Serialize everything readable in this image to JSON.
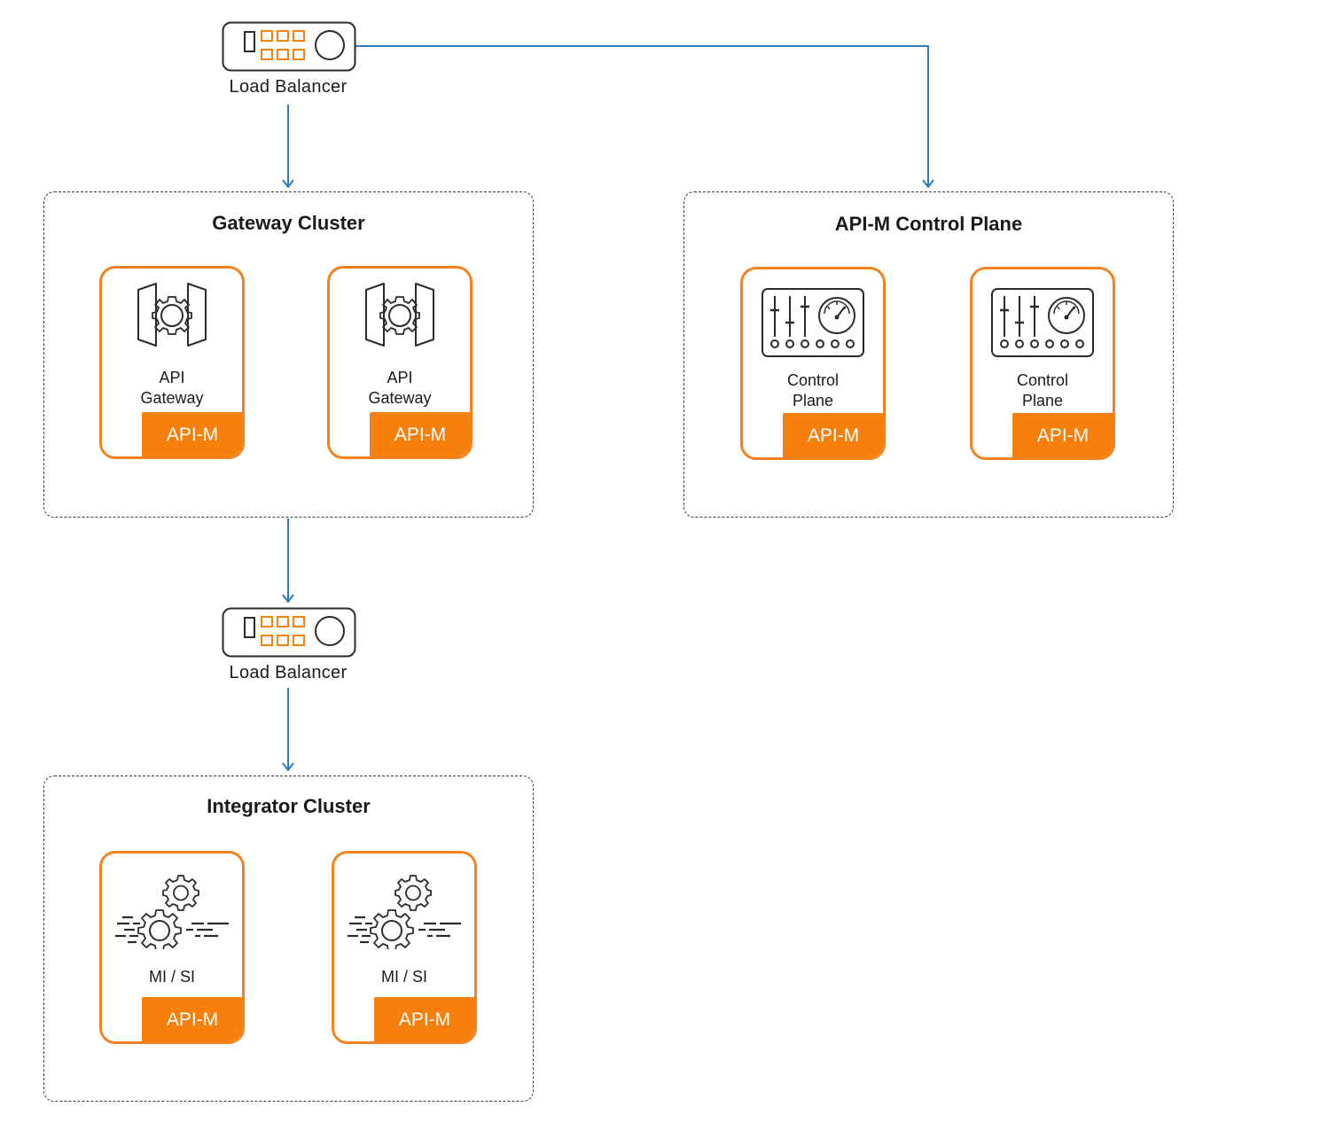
{
  "load_balancer_top": {
    "label": "Load Balancer"
  },
  "load_balancer_bottom": {
    "label": "Load Balancer"
  },
  "gateway_cluster": {
    "title": "Gateway Cluster",
    "nodes": [
      {
        "label": "API\nGateway",
        "badge": "API-M",
        "icon": "api-gateway-icon"
      },
      {
        "label": "API\nGateway",
        "badge": "API-M",
        "icon": "api-gateway-icon"
      }
    ]
  },
  "control_plane_cluster": {
    "title": "API-M Control Plane",
    "nodes": [
      {
        "label": "Control\nPlane",
        "badge": "API-M",
        "icon": "control-panel-icon"
      },
      {
        "label": "Control\nPlane",
        "badge": "API-M",
        "icon": "control-panel-icon"
      }
    ]
  },
  "integrator_cluster": {
    "title": "Integrator Cluster",
    "nodes": [
      {
        "label": "MI / SI",
        "badge": "API-M",
        "icon": "gears-icon"
      },
      {
        "label": "MI / SI",
        "badge": "API-M",
        "icon": "gears-icon"
      }
    ]
  },
  "colors": {
    "accent": "#f77f0c",
    "node_border": "#f5821f",
    "connector": "#2f7bbf",
    "icon_stroke": "#2b2b2b"
  }
}
